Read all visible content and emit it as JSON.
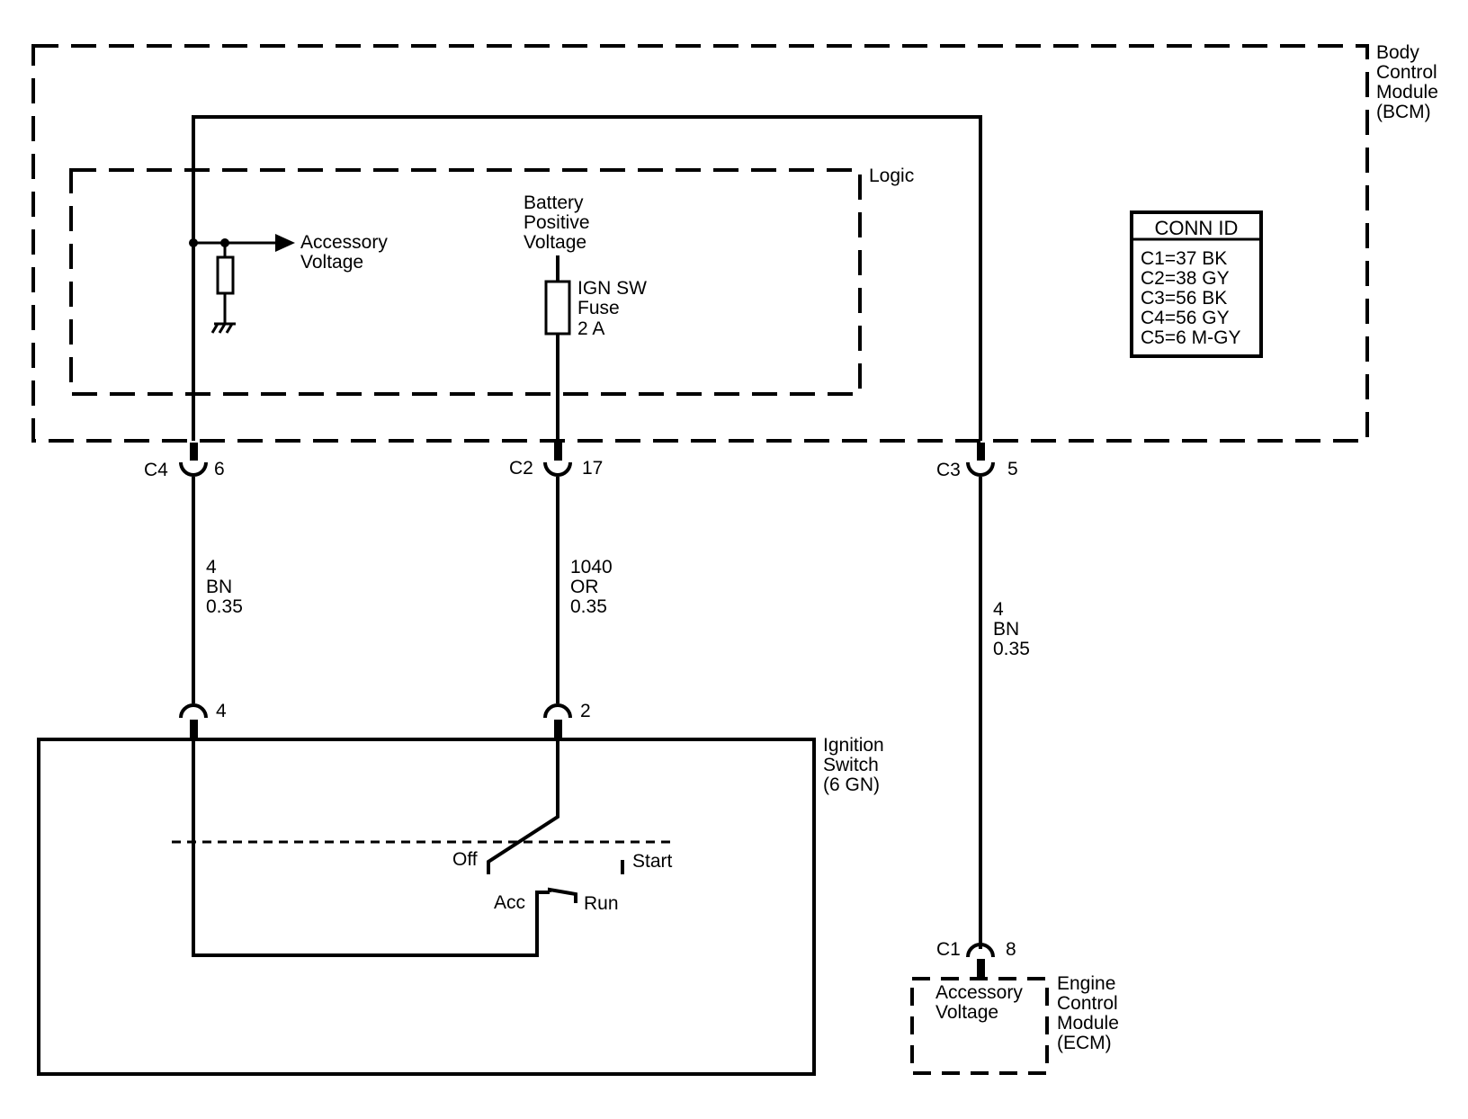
{
  "bcm": {
    "label": [
      "Body",
      "Control",
      "Module",
      "(BCM)"
    ],
    "logic_label": "Logic",
    "accessory_voltage": [
      "Accessory",
      "Voltage"
    ],
    "battery_voltage": [
      "Battery",
      "Positive",
      "Voltage"
    ],
    "fuse": [
      "IGN SW",
      "Fuse",
      "2 A"
    ]
  },
  "conn_id": {
    "title": "CONN ID",
    "rows": [
      "C1=37 BK",
      "C2=38 GY",
      "C3=56 BK",
      "C4=56 GY",
      "C5=6 M-GY"
    ]
  },
  "connectors": {
    "c4": {
      "name": "C4",
      "pin": "6"
    },
    "c2": {
      "name": "C2",
      "pin": "17"
    },
    "c3": {
      "name": "C3",
      "pin": "5"
    },
    "sw4": {
      "pin": "4"
    },
    "sw2": {
      "pin": "2"
    },
    "ecm_c1": {
      "name": "C1",
      "pin": "8"
    }
  },
  "wires": {
    "left": [
      "4",
      "BN",
      "0.35"
    ],
    "middle": [
      "1040",
      "OR",
      "0.35"
    ],
    "right": [
      "4",
      "BN",
      "0.35"
    ]
  },
  "ignition_switch": {
    "label": [
      "Ignition",
      "Switch",
      "(6 GN)"
    ],
    "positions": {
      "off": "Off",
      "start": "Start",
      "acc": "Acc",
      "run": "Run"
    }
  },
  "ecm": {
    "label": [
      "Engine",
      "Control",
      "Module",
      "(ECM)"
    ],
    "inner": [
      "Accessory",
      "Voltage"
    ]
  },
  "colors": {
    "line": "#000000",
    "background": "#ffffff"
  }
}
